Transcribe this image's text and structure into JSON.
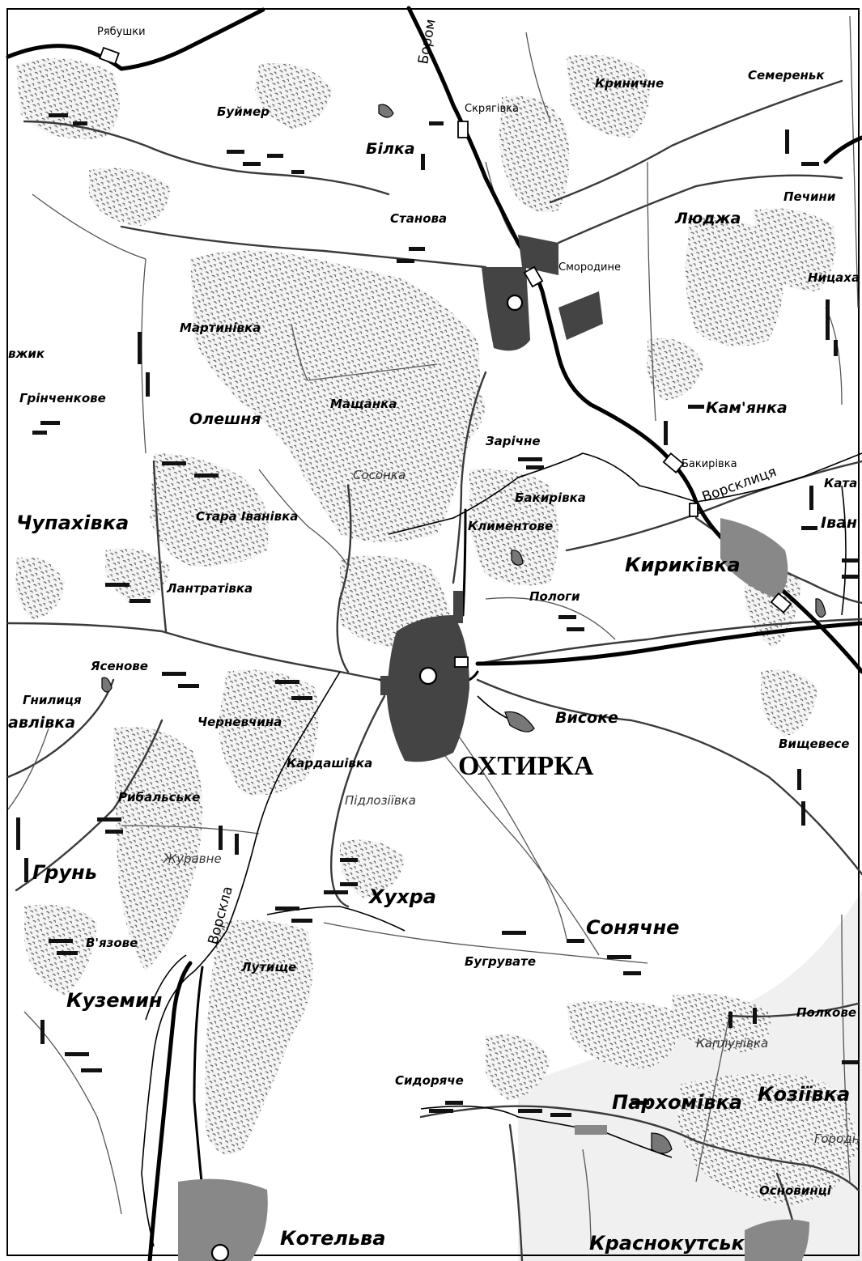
{
  "map": {
    "labels": {
      "ryb": "Рябушки",
      "bor": "Бором",
      "skr": "Скрягівка",
      "kryn": "Криничне",
      "semer": "Семереньк",
      "buimer": "Буймер",
      "bilka": "Білка",
      "pechyny": "Печини",
      "lyudzha": "Люджа",
      "stanova": "Станова",
      "smorodyne": "Смородине",
      "nytsakha": "Ницаха",
      "martyn": "Мартинівка",
      "vzhyk": "вжик",
      "grinch": "Грінченкове",
      "mashchanka": "Мащанка",
      "kamianka": "Кам'янка",
      "oleshnia": "Олешня",
      "zarichne": "Зарічне",
      "bakyr_st": "Бакирівка",
      "vorskl": "Ворсклиця",
      "kata": "Ката",
      "sosonka": "Сосонка",
      "bakyr": "Бакирівка",
      "chupakh": "Чупахівка",
      "stara_iv": "Стара Іванівка",
      "klymen": "Климентове",
      "ivan": "Іван",
      "kyryk": "Кириківка",
      "lantr": "Лантратівка",
      "pology": "Пологи",
      "yasen": "Ясенове",
      "gnylytsia": "Гнилиця",
      "pavlivka": "авлівка",
      "vysoke": "Високе",
      "chern": "Черневчина",
      "vyshchev": "Вищевесе",
      "kardash": "Кардашівка",
      "okhtyrka": "ОХТИРКА",
      "pidloz": "Підлозіївка",
      "rybal": "Рибальське",
      "zhuravne": "Журавне",
      "grun": "Грунь",
      "vorskla": "Ворскла",
      "khukhra": "Хухра",
      "soniachne": "Сонячне",
      "viazove": "В'язове",
      "lutyshche": "Лутище",
      "bugruv": "Бугрувате",
      "kuzemyn": "Куземин",
      "polkov": "Полкове",
      "kaplun": "Каплунівка",
      "sydor": "Сидоряче",
      "parkhom": "Пархомівка",
      "koziivka": "Козіївка",
      "goro": "Городн",
      "osnov": "Основинці",
      "kotelva": "Котельва",
      "krasnok": "Краснокутськ"
    }
  }
}
